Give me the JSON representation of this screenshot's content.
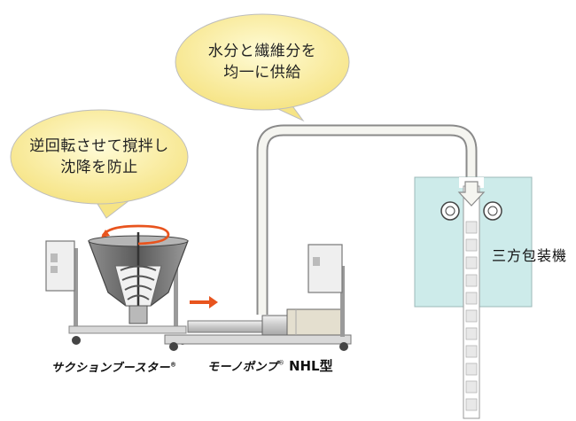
{
  "bubbles": {
    "mixing": {
      "line1": "逆回転させて撹拌し",
      "line2": "沈降を防止"
    },
    "feed": {
      "line1": "水分と繊維分を",
      "line2": "均一に供給"
    }
  },
  "labels": {
    "booster": "サクションブースター",
    "booster_mark": "®",
    "pump": "モーノポンプ",
    "pump_mark": "®",
    "pump_model": "NHL型",
    "packer": "三方包装機"
  },
  "colors": {
    "bubble_fill": "#fbf1a8",
    "flow_arrow": "#e8541e",
    "machine_panel": "#cdebea",
    "pipe_outline": "#8a8a8a",
    "hopper_dark": "#555555"
  },
  "icons": [
    "rotation-arrow-icon",
    "flow-arrow-icon",
    "down-arrow-icon"
  ]
}
